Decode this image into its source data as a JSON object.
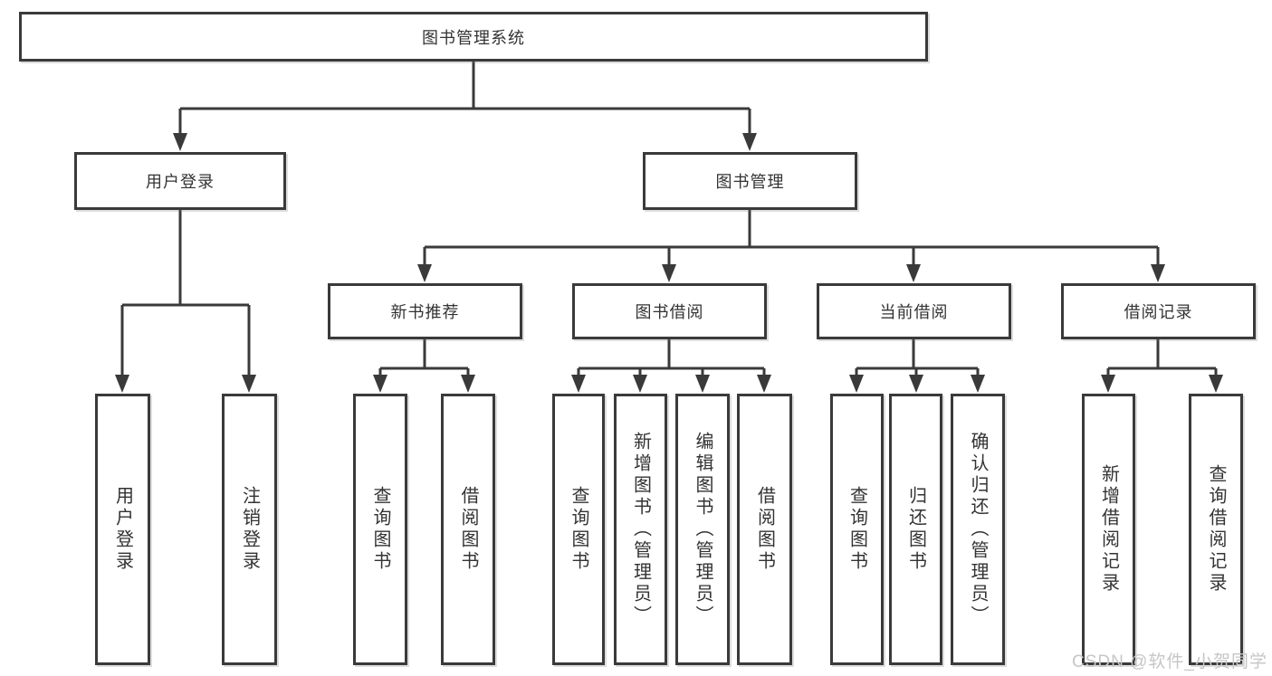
{
  "diagram": {
    "root": "图书管理系统",
    "branches": [
      {
        "label": "用户登录",
        "leaves": [
          "用户登录",
          "注销登录"
        ]
      },
      {
        "label": "图书管理",
        "groups": [
          {
            "label": "新书推荐",
            "leaves": [
              "查询图书",
              "借阅图书"
            ]
          },
          {
            "label": "图书借阅",
            "leaves": [
              "查询图书",
              "新增图书（管理员）",
              "编辑图书（管理员）",
              "借阅图书"
            ]
          },
          {
            "label": "当前借阅",
            "leaves": [
              "查询图书",
              "归还图书",
              "确认归还（管理员）"
            ]
          },
          {
            "label": "借阅记录",
            "leaves": [
              "新增借阅记录",
              "查询借阅记录"
            ]
          }
        ]
      }
    ]
  },
  "watermark": "CSDN @软件_小贺同学",
  "colors": {
    "line": "#3a3a3a",
    "box_border": "#3a3a3a",
    "box_fill": "#ffffff",
    "text": "#333333",
    "watermark": "#c6c6c6",
    "background": "#ffffff"
  }
}
